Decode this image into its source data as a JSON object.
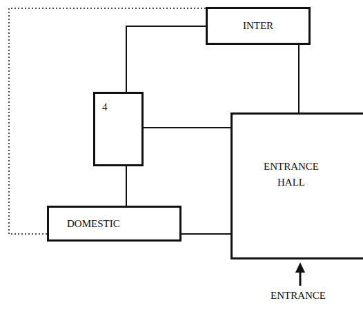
{
  "diagram": {
    "nodes": [
      {
        "text": [
          "INTER"
        ]
      },
      {
        "text": [
          "4"
        ]
      },
      {
        "text": [
          "ENTRANCE HALL"
        ]
      },
      {
        "text": [
          "DOMESTIC"
        ]
      }
    ],
    "edges": [
      {
        "from": 0,
        "to": 1,
        "arrow": "none"
      },
      {
        "from": 0,
        "to": 2,
        "arrow": "none"
      },
      {
        "from": 1,
        "to": 2,
        "arrow": "none"
      },
      {
        "from": 1,
        "to": 3,
        "arrow": "none"
      },
      {
        "from": 3,
        "to": 2,
        "arrow": "none"
      },
      {
        "from": 0,
        "to": 3,
        "arrow": "none"
      }
    ],
    "labels": [
      "ENTRANCE"
    ]
  }
}
